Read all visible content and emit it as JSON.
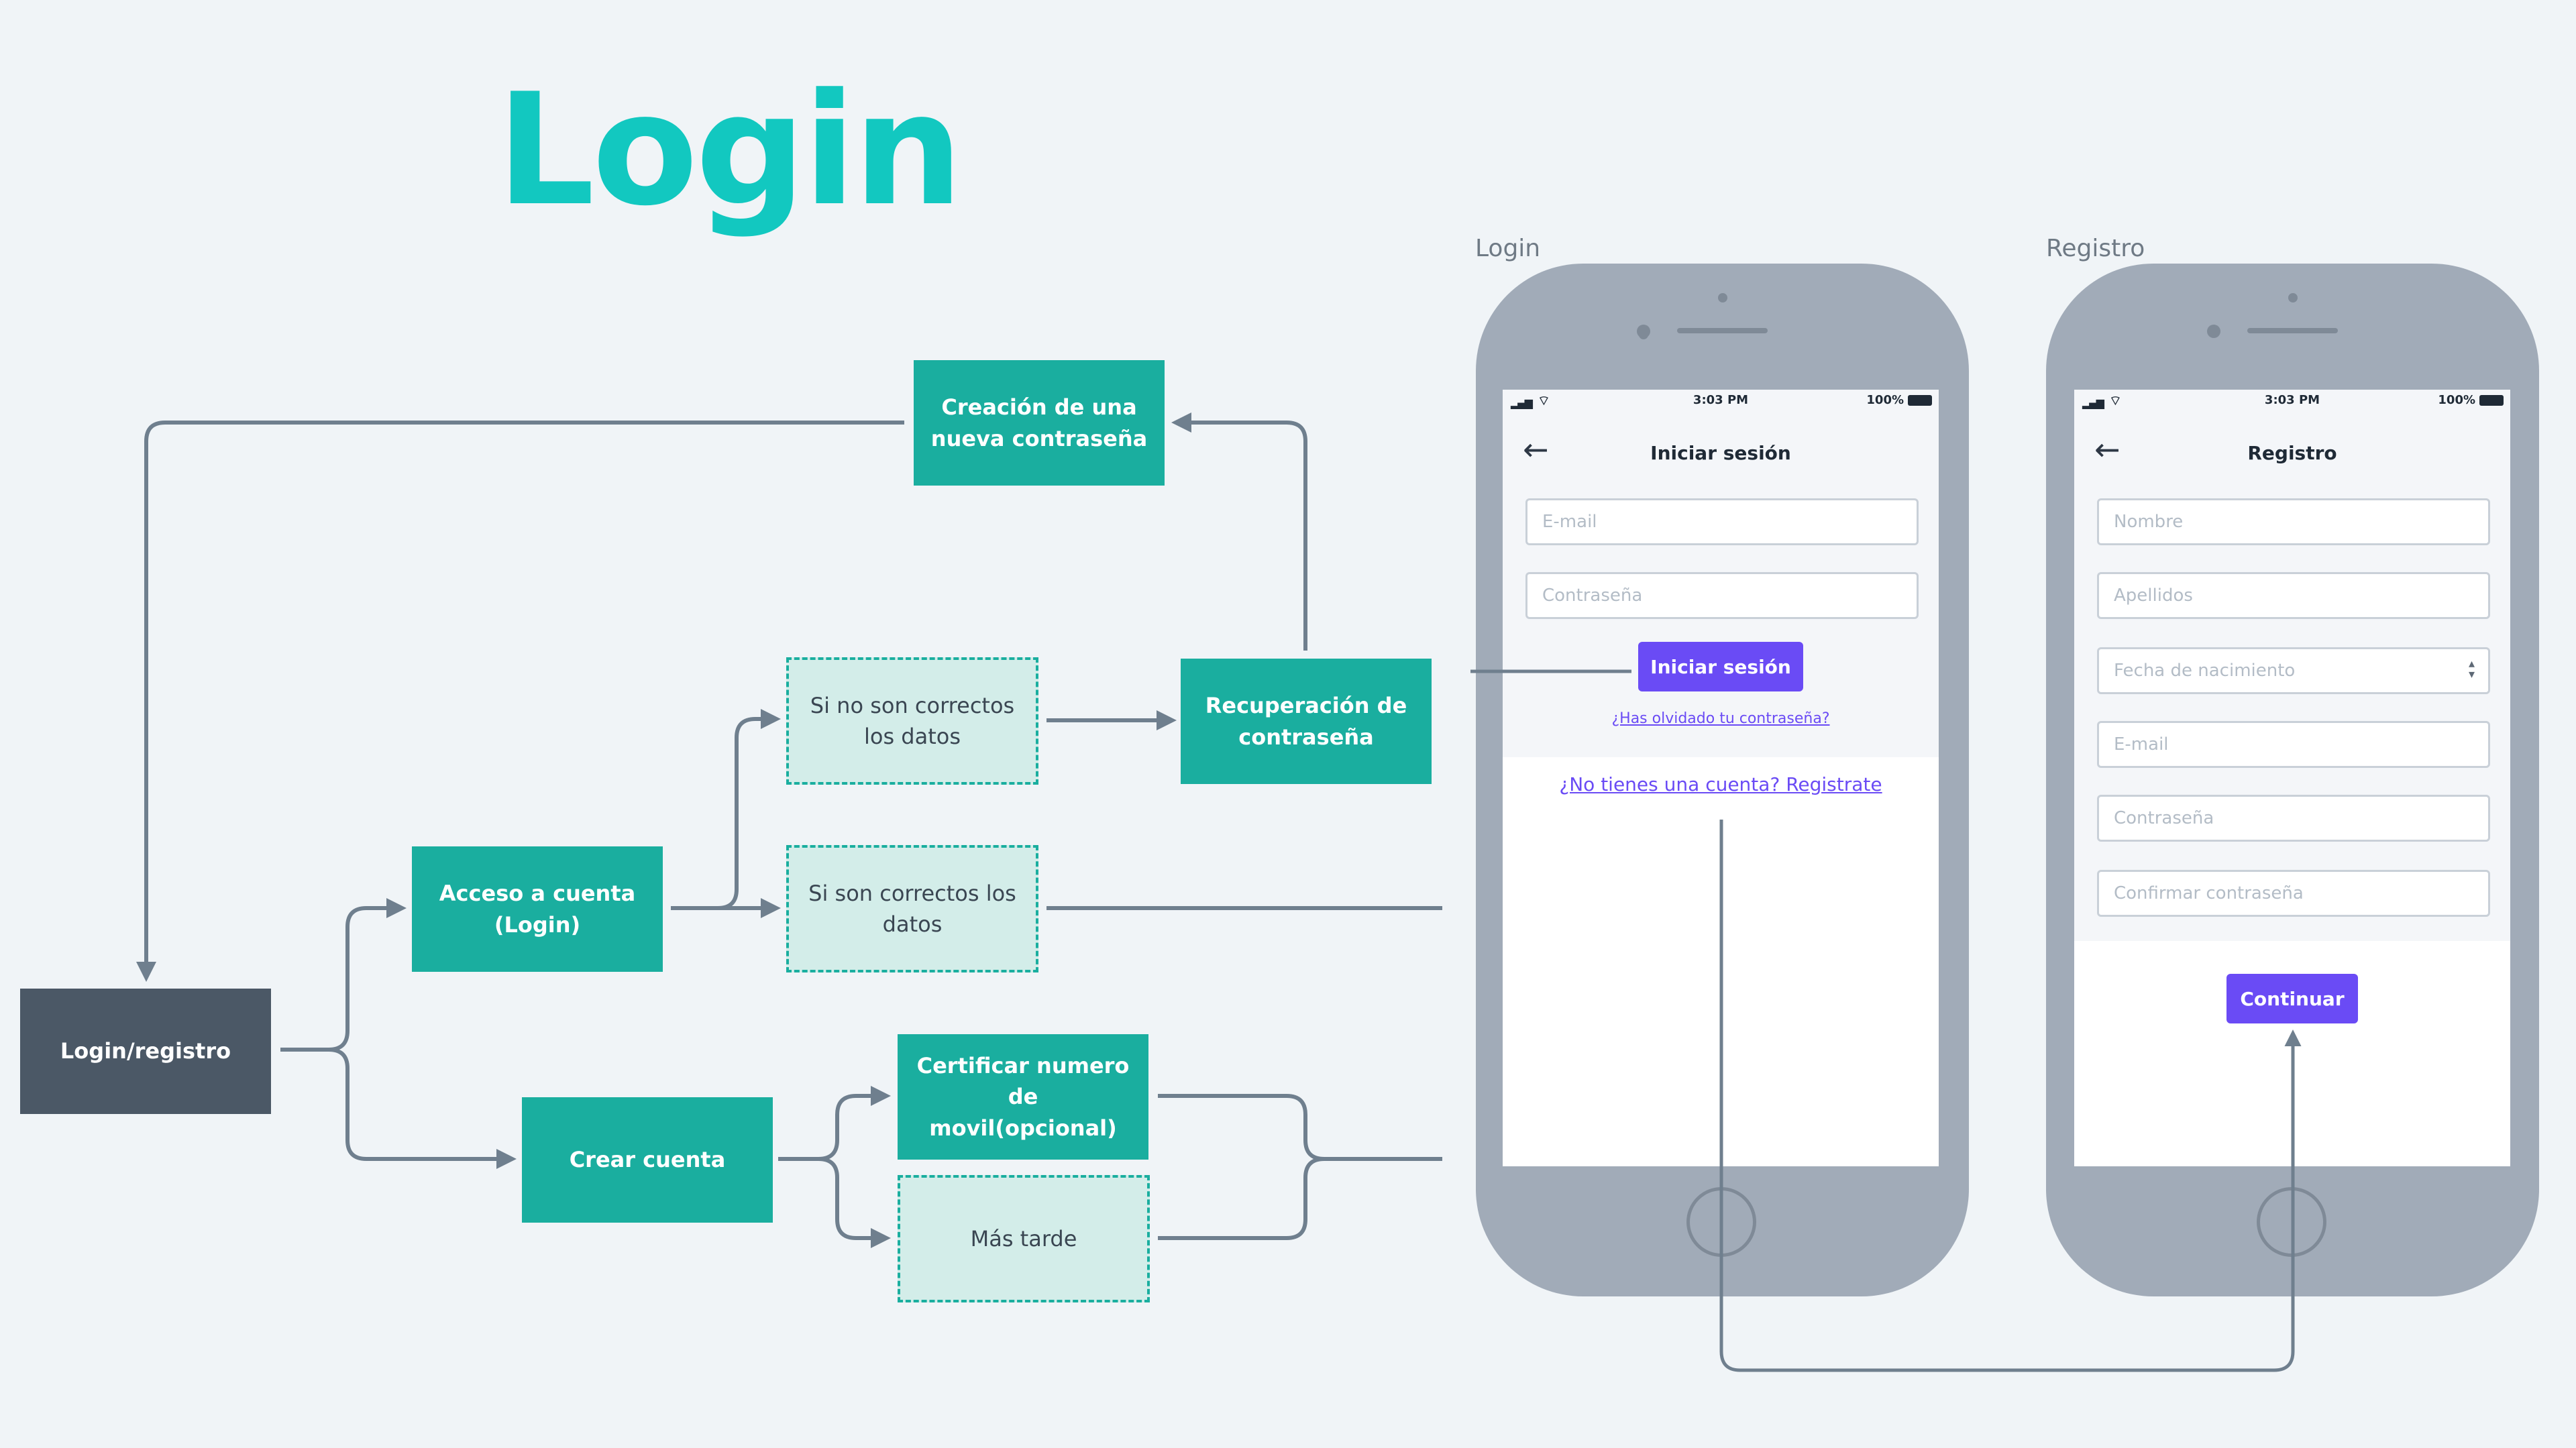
{
  "title": "Login",
  "flow": {
    "login_registro": "Login/registro",
    "acceso_cuenta": "Acceso a cuenta (Login)",
    "crear_cuenta": "Crear cuenta",
    "si_no_correctos": "Si no son correctos los datos",
    "si_correctos": "Si son correctos los datos",
    "recuperacion": "Recuperación de contraseña",
    "creacion_nueva": "Creación de una nueva contraseña",
    "certificar": "Certificar numero de movil(opcional)",
    "mas_tarde": "Más tarde"
  },
  "status_bar": {
    "time": "3:03 PM",
    "battery": "100%"
  },
  "login_screen": {
    "frame_label": "Login",
    "title": "Iniciar sesión",
    "email_placeholder": "E-mail",
    "password_placeholder": "Contraseña",
    "button": "Iniciar sesión",
    "forgot_link": "¿Has olvidado tu contraseña?",
    "register_link": "¿No tienes una cuenta? Registrate"
  },
  "registro_screen": {
    "frame_label": "Registro",
    "title": "Registro",
    "fields": [
      "Nombre",
      "Apellidos",
      "Fecha de nacimiento",
      "E-mail",
      "Contraseña",
      "Confirmar contraseña"
    ],
    "button": "Continuar"
  },
  "colors": {
    "accent": "#12c8c0",
    "node": "#1aae9f",
    "node_dark": "#4b5866",
    "node_dashed_fill": "#d3ede9",
    "primary_button": "#6a4bf5",
    "connector": "#6f7f8e"
  }
}
